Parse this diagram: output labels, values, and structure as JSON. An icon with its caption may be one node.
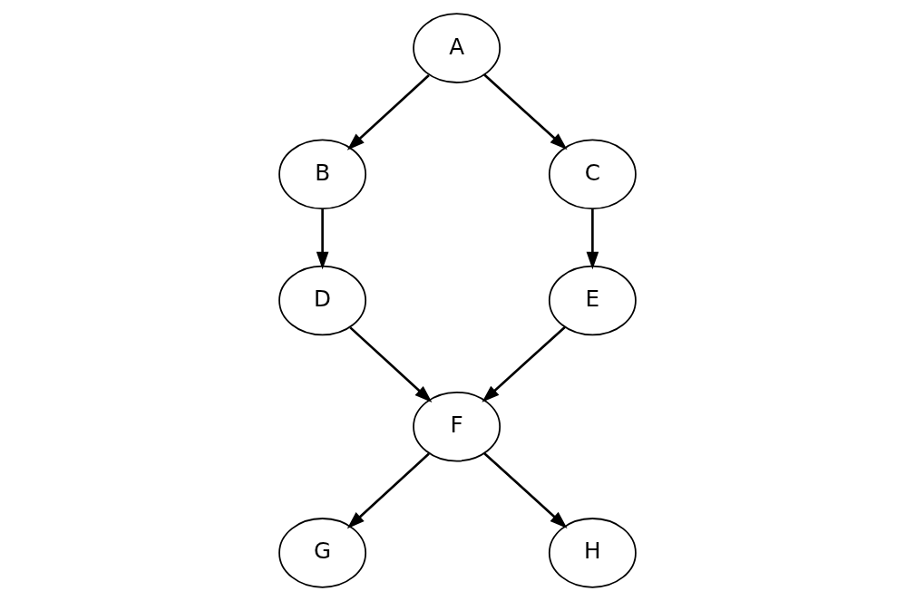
{
  "diagram": {
    "nodes": [
      {
        "text": [
          "A"
        ]
      },
      {
        "text": [
          "B"
        ]
      },
      {
        "text": [
          "C"
        ]
      },
      {
        "text": [
          "D"
        ]
      },
      {
        "text": [
          "E"
        ]
      },
      {
        "text": [
          "F"
        ]
      },
      {
        "text": [
          "G"
        ]
      },
      {
        "text": [
          "H"
        ]
      }
    ],
    "edges": [
      {
        "from": 0,
        "to": 1,
        "arrow": "to"
      },
      {
        "from": 0,
        "to": 2,
        "arrow": "to"
      },
      {
        "from": 1,
        "to": 3,
        "arrow": "to"
      },
      {
        "from": 2,
        "to": 4,
        "arrow": "to"
      },
      {
        "from": 3,
        "to": 5,
        "arrow": "to"
      },
      {
        "from": 4,
        "to": 5,
        "arrow": "to"
      },
      {
        "from": 5,
        "to": 6,
        "arrow": "to"
      },
      {
        "from": 5,
        "to": 7,
        "arrow": "to"
      }
    ]
  }
}
